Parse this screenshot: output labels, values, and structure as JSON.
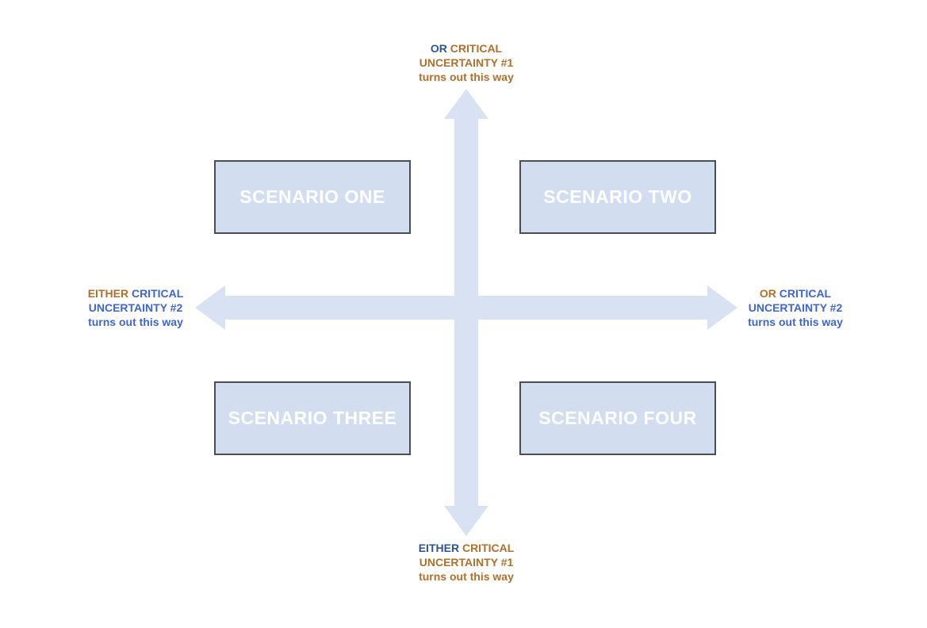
{
  "colors": {
    "background": "#ffffff",
    "navy": "#2d5493",
    "royal": "#3e64d5",
    "orange": "#b06f2a",
    "arrow_fill": "#d8e2f3",
    "box_fill": "#d2deef",
    "box_border": "#4a4d55",
    "box_text": "#ffffff"
  },
  "quadrants": [
    {
      "label": "SCENARIO ONE"
    },
    {
      "label": "SCENARIO TWO"
    },
    {
      "label": "SCENARIO THREE"
    },
    {
      "label": "SCENARIO FOUR"
    }
  ],
  "axis_labels": {
    "top": {
      "lead": "OR",
      "line1_rest": "CRITICAL",
      "line2": "UNCERTAINTY #1",
      "line3": "turns out this way"
    },
    "bottom": {
      "lead": "EITHER",
      "line1_rest": "CRITICAL",
      "line2": "UNCERTAINTY #1",
      "line3": "turns out this way"
    },
    "left": {
      "lead": "EITHER",
      "line1_rest": "CRITICAL",
      "line2": "UNCERTAINTY #2",
      "line3": "turns out this way"
    },
    "right": {
      "lead": "OR",
      "line1_rest": "CRITICAL",
      "line2": "UNCERTAINTY #2",
      "line3": "turns out this way"
    }
  }
}
